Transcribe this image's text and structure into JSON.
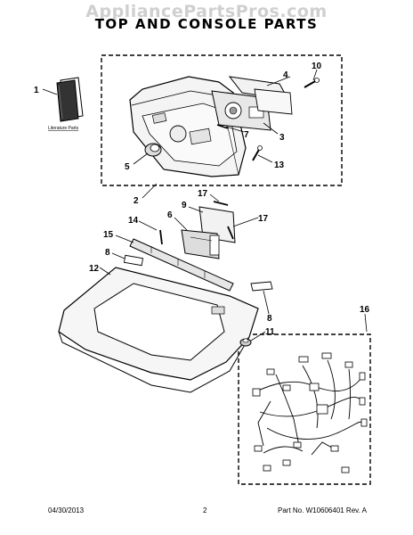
{
  "watermark": "AppliancePartsPros.com",
  "title": "TOP AND CONSOLE PARTS",
  "literature_label": "Literature Parts",
  "callouts": {
    "c1": "1",
    "c2": "2",
    "c3": "3",
    "c4": "4",
    "c5": "5",
    "c6": "6",
    "c7": "7",
    "c8a": "8",
    "c8b": "8",
    "c9": "9",
    "c10": "10",
    "c11": "11",
    "c12": "12",
    "c13": "13",
    "c14": "14",
    "c15": "15",
    "c16": "16",
    "c17a": "17",
    "c17b": "17"
  },
  "footer": {
    "date": "04/30/2013",
    "page": "2",
    "part": "Part No. W10606401  Rev. A"
  }
}
